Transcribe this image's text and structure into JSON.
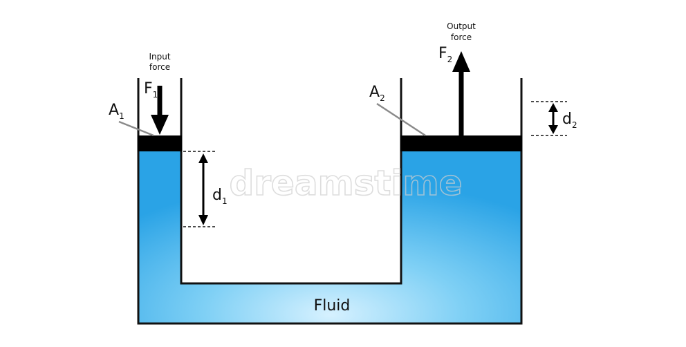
{
  "labels": {
    "input_force_line1": "Input",
    "input_force_line2": "force",
    "output_force_line1": "Output",
    "output_force_line2": "force",
    "f1_main": "F",
    "f1_sub": "1",
    "f2_main": "F",
    "f2_sub": "2",
    "a1_main": "A",
    "a1_sub": "1",
    "a2_main": "A",
    "a2_sub": "2",
    "d1_main": "d",
    "d1_sub": "1",
    "d2_main": "d",
    "d2_sub": "2",
    "fluid": "Fluid",
    "watermark": "dreamstime"
  },
  "colors": {
    "fluid_light": "#d6f1ff",
    "fluid_mid": "#7fd0f5",
    "fluid_dark": "#2aa3e6",
    "wall": "#111111",
    "piston": "#000000",
    "pointer": "#8a8a8a"
  },
  "icons": {
    "input_force_arrow": "arrow-down-icon",
    "output_force_arrow": "arrow-up-icon",
    "d1_arrow": "double-arrow-vertical-icon",
    "d2_arrow": "double-arrow-vertical-icon"
  }
}
